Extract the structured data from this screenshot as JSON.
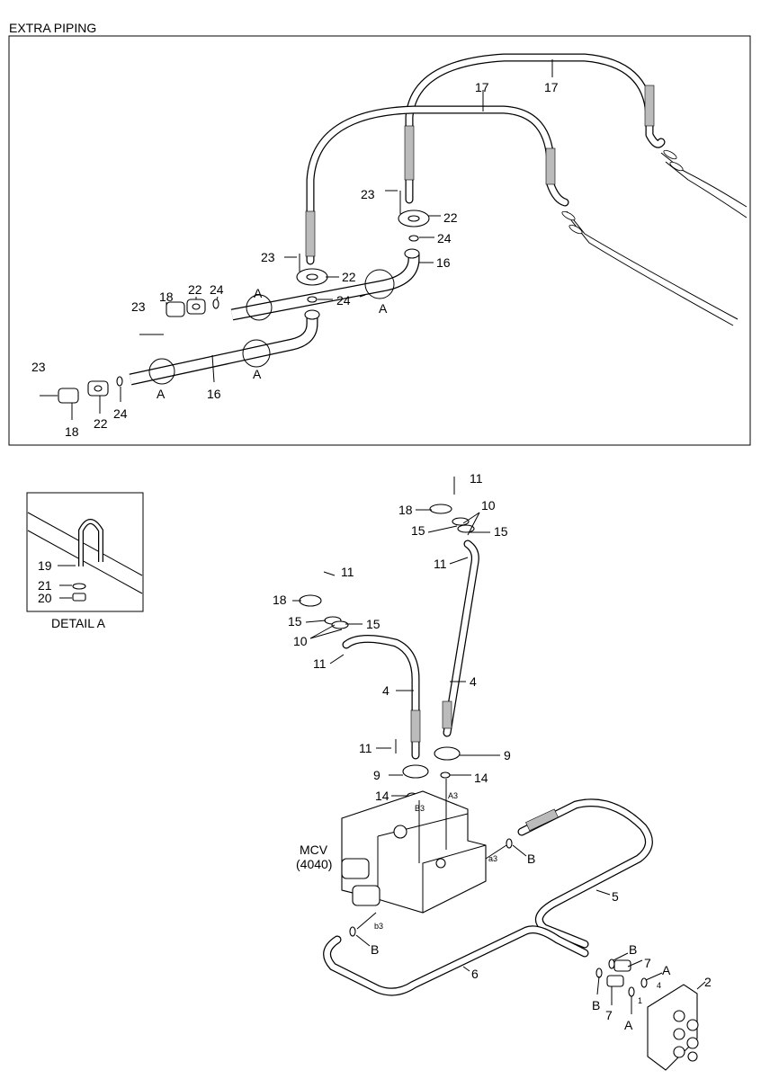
{
  "title": "EXTRA PIPING",
  "detail": {
    "caption": "DETAIL A",
    "labels": [
      "19",
      "21",
      "20"
    ]
  },
  "top_labels": [
    "17",
    "17",
    "23",
    "22",
    "24",
    "23",
    "16",
    "22",
    "24",
    "A",
    "A",
    "18",
    "22",
    "24",
    "23",
    "A",
    "A",
    "16",
    "23",
    "18",
    "22",
    "24"
  ],
  "bottom_labels": [
    "11",
    "18",
    "10",
    "15",
    "15",
    "11",
    "11",
    "18",
    "15",
    "15",
    "10",
    "11",
    "4",
    "4",
    "11",
    "9",
    "9",
    "14",
    "14",
    "B",
    "5",
    "B",
    "6",
    "B",
    "7",
    "A",
    "2",
    "B",
    "7",
    "A"
  ],
  "port_marks": [
    "A3",
    "B3",
    "a3",
    "b3",
    "4",
    "1"
  ],
  "mcv": {
    "name": "MCV",
    "code": "(4040)"
  }
}
